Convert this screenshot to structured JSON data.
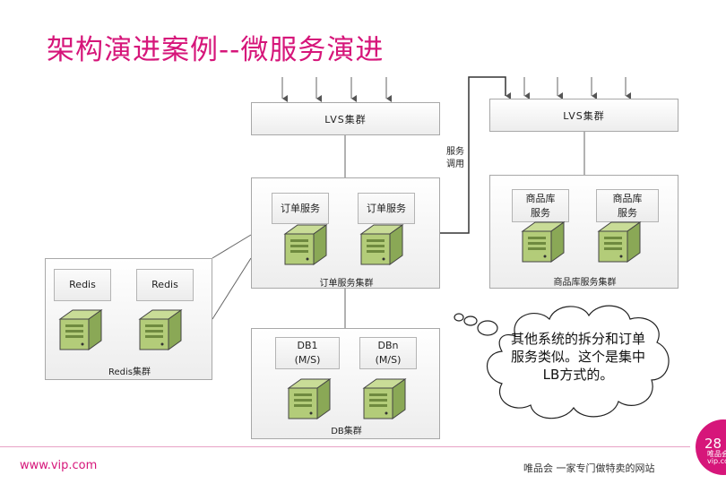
{
  "title": "架构演进案例--微服务演进",
  "left_lvs": {
    "label": "LVS集群"
  },
  "right_lvs": {
    "label": "LVS集群"
  },
  "order_cluster": {
    "services": [
      "订单服务",
      "订单服务"
    ],
    "caption": "订单服务集群"
  },
  "call_label": "服务\n调用",
  "product_cluster": {
    "services": [
      "商品库\n服务",
      "商品库\n服务"
    ],
    "caption": "商品库服务集群"
  },
  "redis_cluster": {
    "nodes": [
      "Redis",
      "Redis"
    ],
    "caption": "Redis集群"
  },
  "db_cluster": {
    "nodes": [
      "DB1\n(M/S)",
      "DBn\n(M/S)"
    ],
    "caption": "DB集群"
  },
  "note": "其他系统的拆分和订单服务类似。这个是集中LB方式的。",
  "footer": {
    "site": "www.vip.com",
    "slogan": "唯品会 一家专门做特卖的网站",
    "page_number": "28",
    "badge_brand": "唯品会",
    "badge_site": "vip.com"
  },
  "colors": {
    "accent": "#d6167a",
    "server": "#a6c46a"
  }
}
